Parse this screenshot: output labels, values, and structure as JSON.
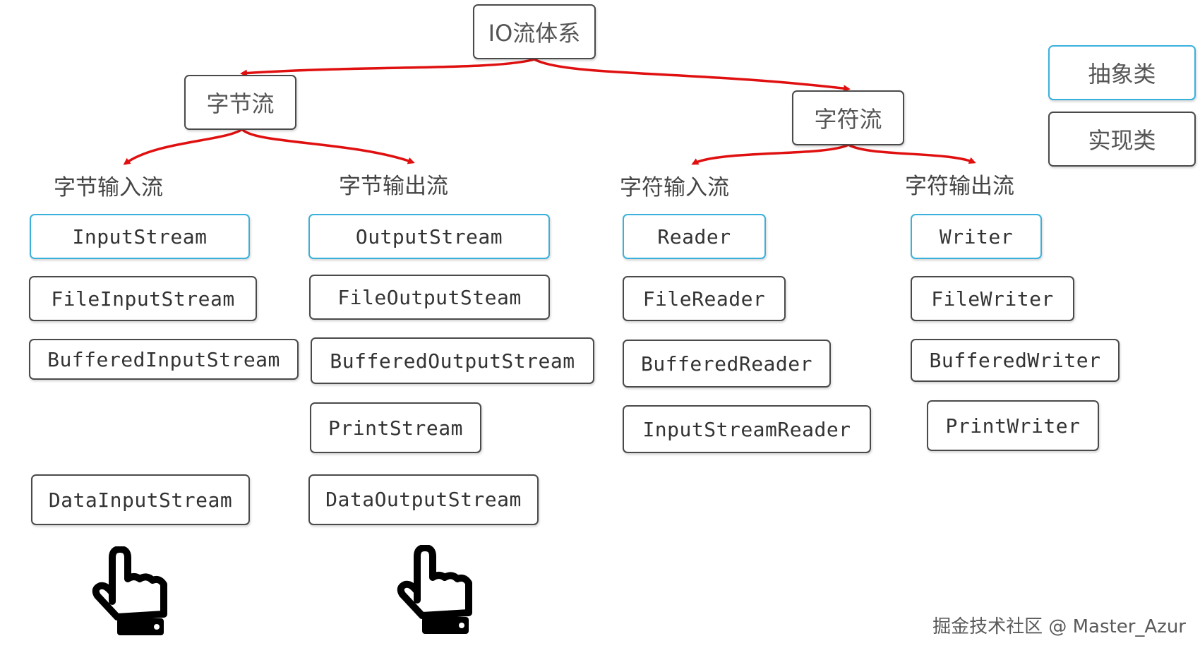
{
  "root": "IO流体系",
  "legend": {
    "abstract": "抽象类",
    "implementation": "实现类"
  },
  "branches": {
    "byte": "字节流",
    "char": "字符流"
  },
  "groups": {
    "byte_input": {
      "title": "字节输入流",
      "abstract": "InputStream",
      "impls": [
        "FileInputStream",
        "BufferedInputStream",
        "DataInputStream"
      ]
    },
    "byte_output": {
      "title": "字节输出流",
      "abstract": "OutputStream",
      "impls": [
        "FileOutputSteam",
        "BufferedOutputStream",
        "PrintStream",
        "DataOutputStream"
      ]
    },
    "char_input": {
      "title": "字符输入流",
      "abstract": "Reader",
      "impls": [
        "FileReader",
        "BufferedReader",
        "InputStreamReader"
      ]
    },
    "char_output": {
      "title": "字符输出流",
      "abstract": "Writer",
      "impls": [
        "FileWriter",
        "BufferedWriter",
        "PrintWriter"
      ]
    }
  },
  "colors": {
    "arrow": "#e01010",
    "abstract_border": "#3ab1dc",
    "impl_border": "#4a4a4a"
  },
  "icons": [
    "pointing-hand-icon",
    "pointing-hand-icon"
  ],
  "watermark": "掘金技术社区 @ Master_Azur"
}
